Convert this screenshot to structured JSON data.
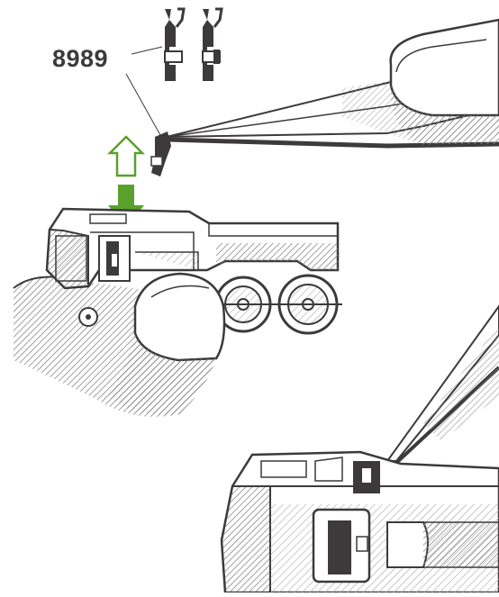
{
  "illustration": {
    "part_number": "8989",
    "colors": {
      "ink": "#3c3a3b",
      "hatch": "#8a8889",
      "arrow_green": "#5aa02c",
      "paper": "#ffffff"
    },
    "icons": [
      "tweezers",
      "finger",
      "locomotive-chassis",
      "brush-part",
      "remove-arrow",
      "insert-arrow"
    ]
  }
}
